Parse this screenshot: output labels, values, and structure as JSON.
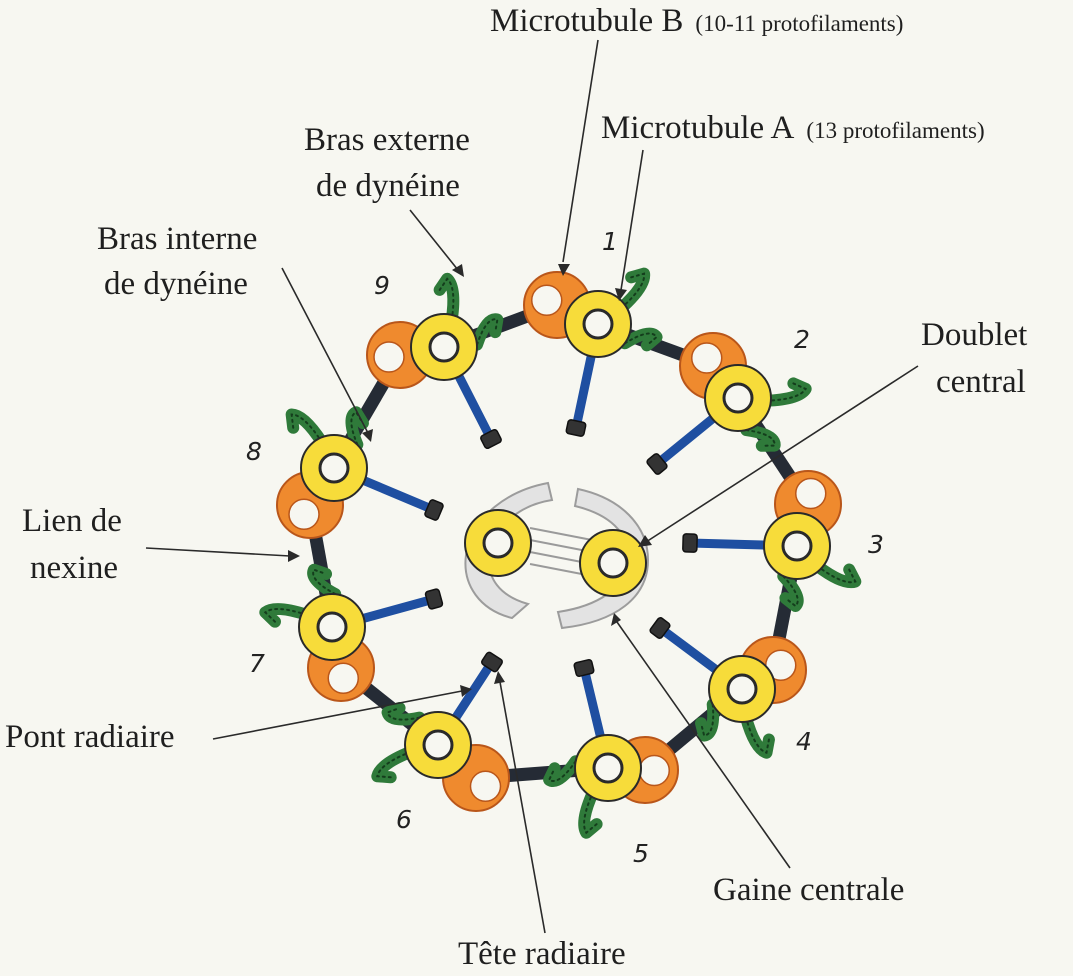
{
  "labels": {
    "microtubule_b": "Microtubule B",
    "microtubule_b_detail": "(10-11 protofilaments)",
    "microtubule_a": "Microtubule A",
    "microtubule_a_detail": "(13 protofilaments)",
    "bras_externe_1": "Bras externe",
    "bras_externe_2": "de dynéine",
    "bras_interne_1": "Bras interne",
    "bras_interne_2": "de dynéine",
    "doublet_central_1": "Doublet",
    "doublet_central_2": "central",
    "lien_nexine_1": "Lien de",
    "lien_nexine_2": "nexine",
    "pont_radiaire": "Pont radiaire",
    "gaine_centrale": "Gaine centrale",
    "tete_radiaire": "Tête radiaire"
  },
  "doublet_numbers": [
    "1",
    "2",
    "3",
    "4",
    "5",
    "6",
    "7",
    "8",
    "9"
  ],
  "colors": {
    "microtubule_a": "#f7dc3a",
    "microtubule_b": "#ef8a2e",
    "dynein_arm": "#2f7a3a",
    "radial_spoke": "#1f4fa1",
    "nexin_link": "#252b35",
    "central_sheath": "#e3e3e3"
  }
}
